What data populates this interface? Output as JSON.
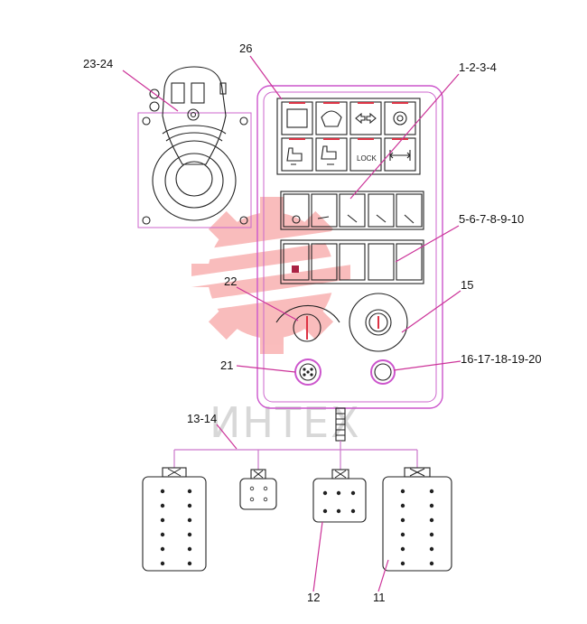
{
  "callouts": {
    "joystick": "23-24",
    "panel": "26",
    "switch_block_top": "1-2-3-4",
    "switch_rows": "5-6-7-8-9-10",
    "emergency_button": "15",
    "potentiometer": "22",
    "indicator_lamp": "16-17-18-19-20",
    "socket": "21",
    "harness": "13-14",
    "connector_12": "12",
    "connector_11": "11"
  },
  "button_labels": {
    "lock": "LOCK"
  },
  "watermark": {
    "text": "ИНТЕХ"
  },
  "icons": {
    "top_row": [
      "wiper-icon",
      "wiper-fan-icon",
      "left-right-arrows-icon",
      "gear-circle-icon"
    ],
    "second_row": [
      "seat-back-icon",
      "seat-forward-icon",
      "lock-icon",
      "width-arrows-icon"
    ],
    "switch_row_1": [
      "horn-icon",
      "tool-icon",
      "pen-icon",
      "pen2-icon",
      "wrench-icon"
    ],
    "switch_row_2": [
      "light-icon",
      "blank",
      "blank",
      "blank",
      "blank"
    ]
  },
  "colors": {
    "outline": "#222222",
    "panel_frame": "#cc55cc",
    "leader_lines": "#cc3399",
    "indicator_red": "#dd3344",
    "watermark_red": "#ee3333"
  }
}
